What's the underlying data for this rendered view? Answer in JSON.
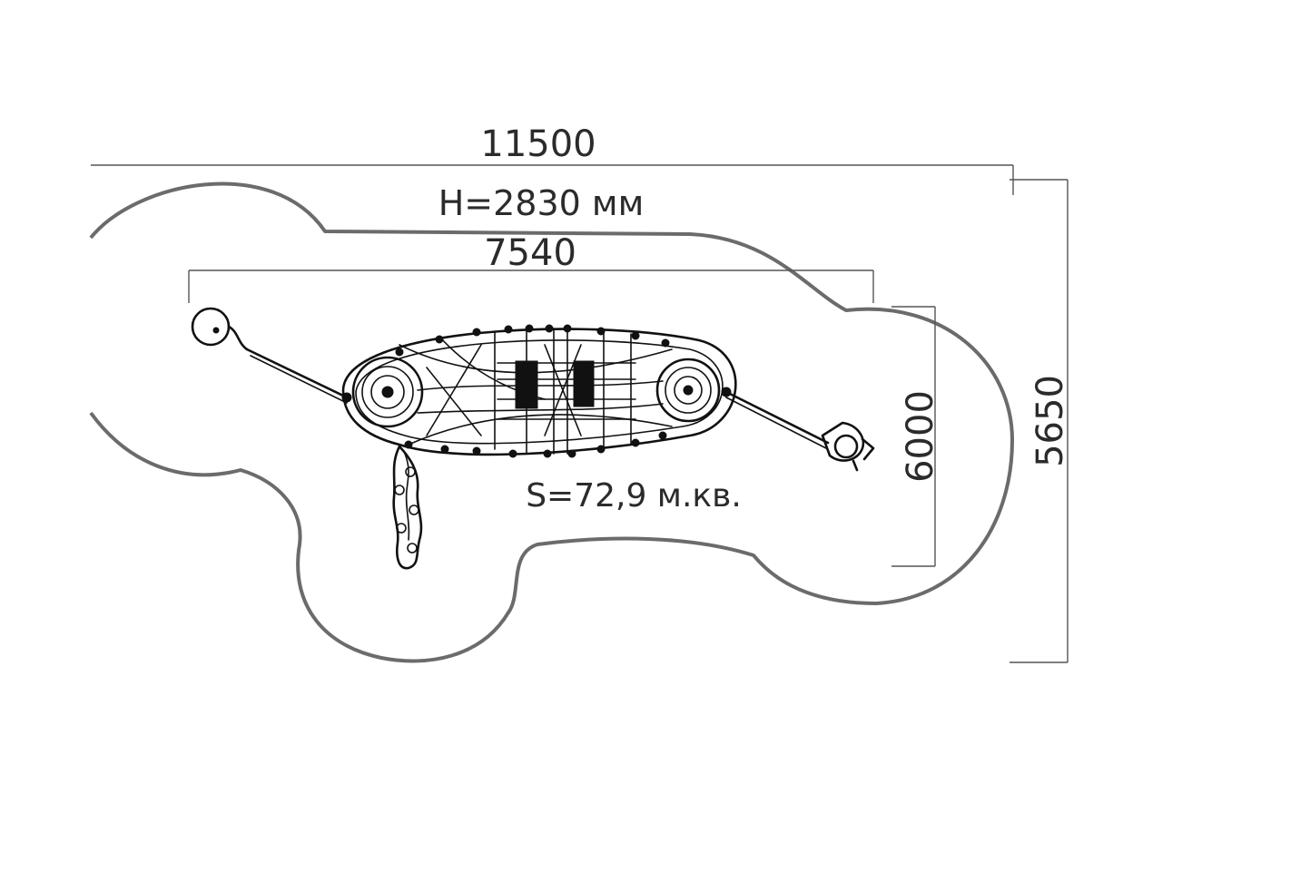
{
  "dimensions": {
    "overall_length": "11500",
    "height_label": "H=2830 мм",
    "equipment_length": "7540",
    "equipment_width": "6000",
    "overall_width": "5650",
    "area_label": "S=72,9 м.кв."
  },
  "colors": {
    "zone_outline": "#6b6b6b",
    "dimension_lines": "#555555",
    "equipment_ink": "#111111",
    "text": "#2b2b2b"
  }
}
